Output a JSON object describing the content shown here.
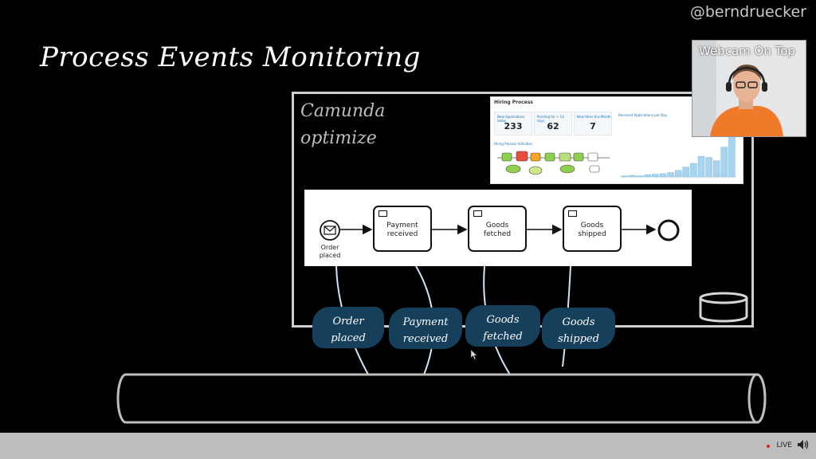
{
  "handle": "@berndruecker",
  "slide": {
    "title": "Process Events Monitoring",
    "brand_line1": "Camunda",
    "brand_line2": "optimize"
  },
  "dashboard": {
    "title": "Hiring Process",
    "metrics": [
      {
        "label": "New Applications today",
        "value": "233"
      },
      {
        "label": "Pending for > 14 days",
        "value": "62"
      },
      {
        "label": "New Hires this Month",
        "value": "7"
      }
    ],
    "chart_label": "Received Applications per Day",
    "heatmap_label": "Hiring Process Activities"
  },
  "webcam": {
    "label": "Webcam On Top"
  },
  "bpmn": {
    "start_label_line1": "Order",
    "start_label_line2": "placed",
    "tasks": [
      {
        "line1": "Payment",
        "line2": "received"
      },
      {
        "line1": "Goods",
        "line2": "fetched"
      },
      {
        "line1": "Goods",
        "line2": "shipped"
      }
    ]
  },
  "events": [
    {
      "line1": "Order",
      "line2": "placed"
    },
    {
      "line1": "Payment",
      "line2": "received"
    },
    {
      "line1": "Goods",
      "line2": "fetched"
    },
    {
      "line1": "Goods",
      "line2": "shipped"
    }
  ],
  "player": {
    "live_label": "LIVE"
  },
  "colors": {
    "background": "#000000",
    "event_blob": "#163f5c",
    "chart_bar": "#a9d4f0",
    "live_dot": "#e02020"
  }
}
